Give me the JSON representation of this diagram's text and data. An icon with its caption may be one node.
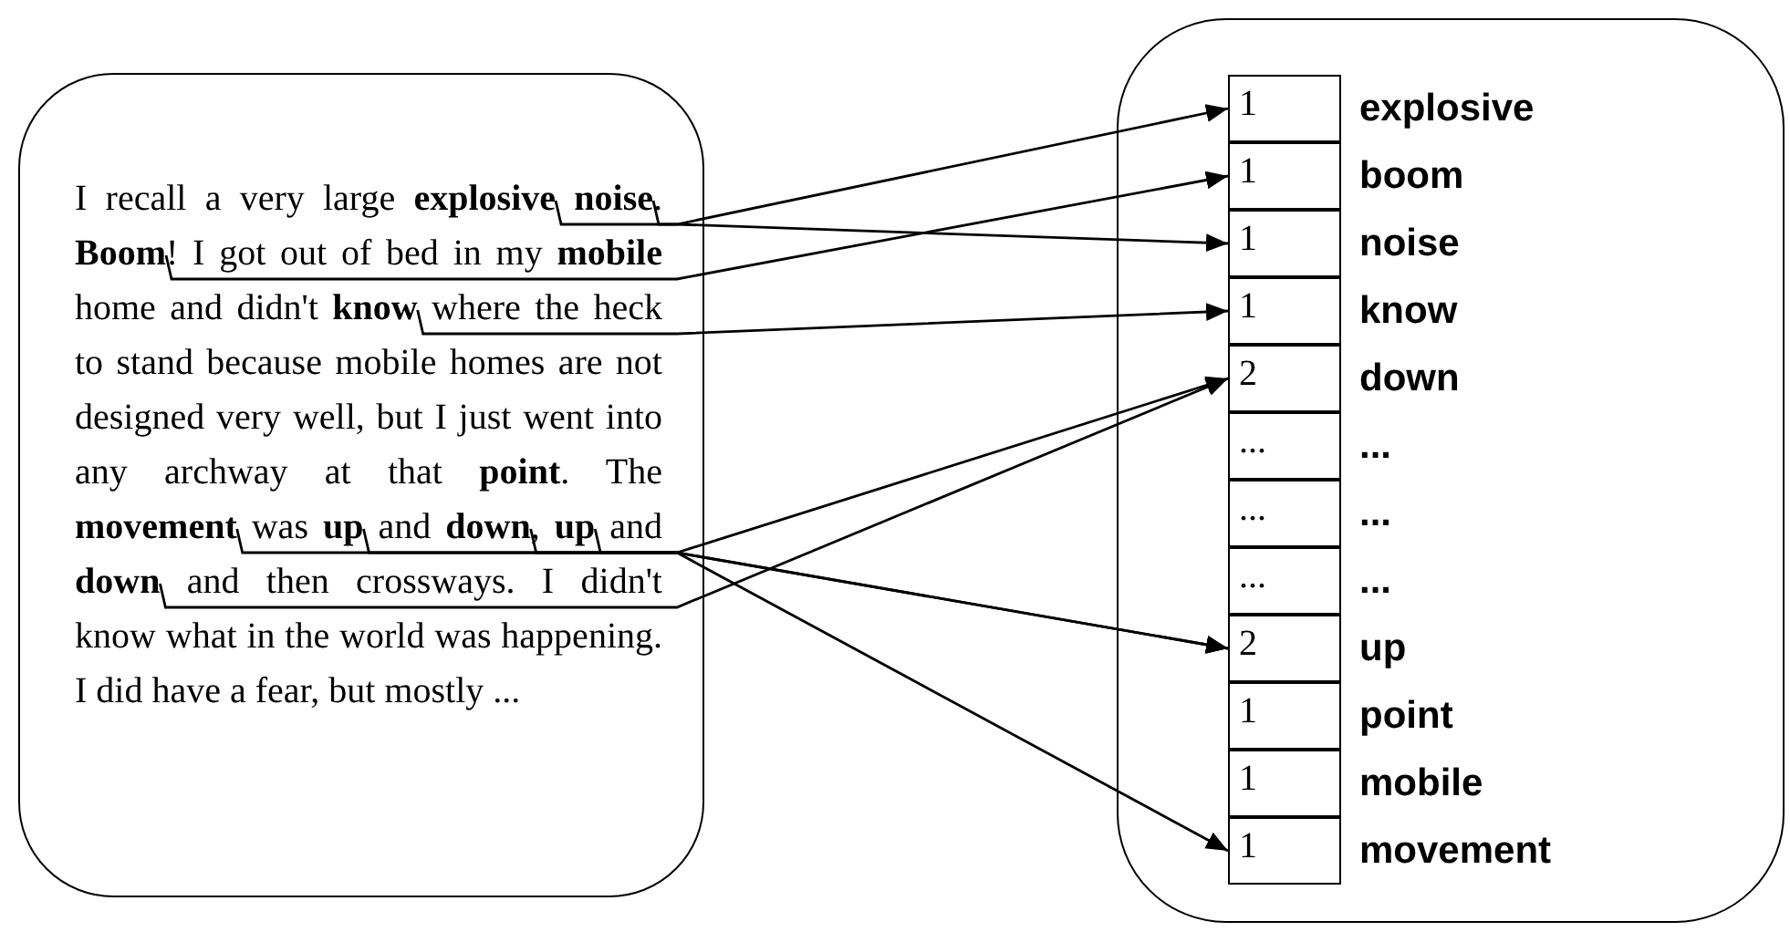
{
  "diagram": {
    "nodes": [
      {
        "text": [
          "I recall a very large **explosive** **noise**. **Boom**! I got out of bed in my **mobile** home and didn't **know** where the heck to stand because mobile homes are not designed very well, but I just went into any archway at that **point**. The **movement** was **up** and **down**, **up** and **down** and then crossways. I didn't know what in the world was happening. I did have a fear, but mostly ..."
        ]
      },
      {
        "text": [],
        "shape": "box"
      },
      {
        "text": [
          "1",
          "explosive"
        ],
        "in": 1
      },
      {
        "text": [
          "1",
          "boom"
        ],
        "in": 1
      },
      {
        "text": [
          "1",
          "noise"
        ],
        "in": 1
      },
      {
        "text": [
          "1",
          "know"
        ],
        "in": 1
      },
      {
        "text": [
          "2",
          "down"
        ],
        "in": 1
      },
      {
        "text": [
          "...",
          "..."
        ],
        "in": 1
      },
      {
        "text": [
          "...",
          "..."
        ],
        "in": 1
      },
      {
        "text": [
          "...",
          "..."
        ],
        "in": 1
      },
      {
        "text": [
          "2",
          "up"
        ],
        "in": 1
      },
      {
        "text": [
          "1",
          "point"
        ],
        "in": 1
      },
      {
        "text": [
          "1",
          "mobile"
        ],
        "in": 1
      },
      {
        "text": [
          "1",
          "movement"
        ],
        "in": 1
      }
    ],
    "edges": [
      {
        "from": 0,
        "to": 2,
        "arrow": "to"
      },
      {
        "from": 0,
        "to": 3,
        "arrow": "to"
      },
      {
        "from": 0,
        "to": 4,
        "arrow": "to"
      },
      {
        "from": 0,
        "to": 5,
        "arrow": "to"
      },
      {
        "from": 0,
        "to": 6,
        "arrow": "to"
      },
      {
        "from": 0,
        "to": 6,
        "arrow": "to"
      },
      {
        "from": 0,
        "to": 10,
        "arrow": "to"
      },
      {
        "from": 0,
        "to": 10,
        "arrow": "to"
      },
      {
        "from": 0,
        "to": 13,
        "arrow": "to"
      }
    ]
  }
}
